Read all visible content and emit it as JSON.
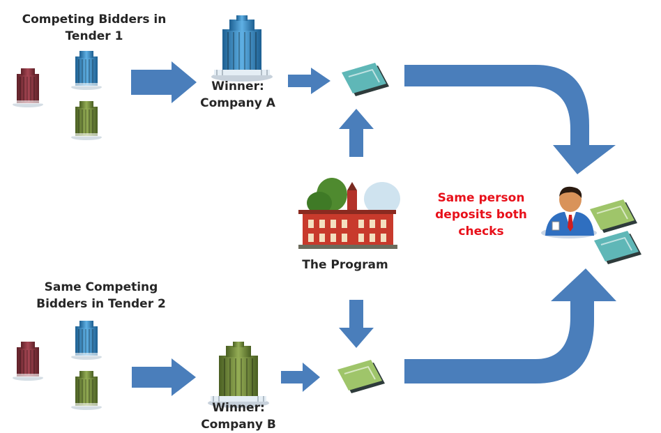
{
  "labels": {
    "tender1_heading": "Competing Bidders in\nTender 1",
    "winner_a": "Winner:\nCompany A",
    "program": "The Program",
    "same_person": "Same person\ndeposits both\nchecks",
    "tender2_heading": "Same Competing\nBidders in Tender 2",
    "winner_b": "Winner:\nCompany B"
  },
  "colors": {
    "arrow": "#4a7ebb",
    "highlight_text": "#e8101a",
    "building_red": "#8a3540",
    "building_blue": "#3a86bd",
    "building_green": "#6f8a3c",
    "check_teal": "#5fb7b7",
    "check_green": "#9fc56a"
  },
  "icons": {
    "bidder_building": "office-building-icon",
    "winner_building": "office-tower-icon",
    "check": "check-icon",
    "program": "government-building-icon",
    "person": "businessman-icon"
  }
}
